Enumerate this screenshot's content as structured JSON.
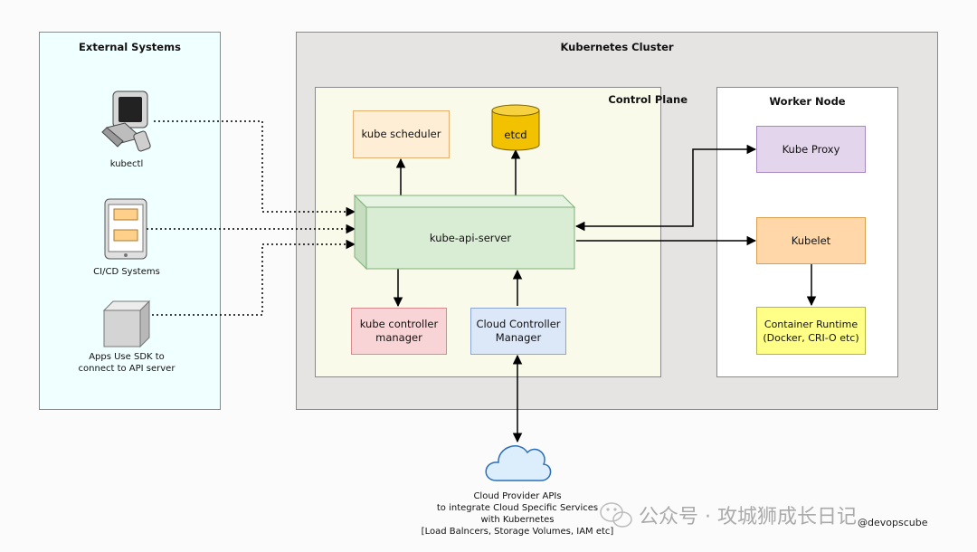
{
  "panels": {
    "external_systems": "External Systems",
    "kubernetes_cluster": "Kubernetes Cluster",
    "control_plane": "Control Plane",
    "worker_node": "Worker Node"
  },
  "clients": {
    "kubectl": "kubectl",
    "cicd": "CI/CD Systems",
    "sdk_line1": "Apps Use SDK to",
    "sdk_line2": "connect to API server"
  },
  "components": {
    "kube_scheduler": "kube scheduler",
    "etcd": "etcd",
    "kube_api_server": "kube-api-server",
    "kube_controller_manager_line1": "kube controller",
    "kube_controller_manager_line2": "manager",
    "cloud_controller_manager_line1": "Cloud Controller",
    "cloud_controller_manager_line2": "Manager",
    "kube_proxy": "Kube Proxy",
    "kubelet": "Kubelet",
    "container_runtime_line1": "Container Runtime",
    "container_runtime_line2": "(Docker, CRI-O etc)"
  },
  "cloud": {
    "line1": "Cloud Provider APIs",
    "line2": "to integrate Cloud Specific Services",
    "line3": "with Kubernetes",
    "line4": "[Load Balncers, Storage Volumes, IAM etc]"
  },
  "watermark": {
    "text": "公众号 · 攻城狮成长日记",
    "handle": "@devopscube"
  },
  "colors": {
    "external_bg": "#f0ffff",
    "cluster_bg": "#e6e3e3",
    "control_plane_bg": "#fafaeb",
    "scheduler_bg": "#ffeed6",
    "etcd_bg": "#f2c200",
    "api_server_bg": "#d9ecd4",
    "controller_mgr_bg": "#f9d4d6",
    "cloud_ctrl_bg": "#dce7f8",
    "kube_proxy_bg": "#e3d6ec",
    "kubelet_bg": "#ffd7a8",
    "runtime_bg": "#ffff88",
    "cloud_icon": "#dceefc"
  }
}
